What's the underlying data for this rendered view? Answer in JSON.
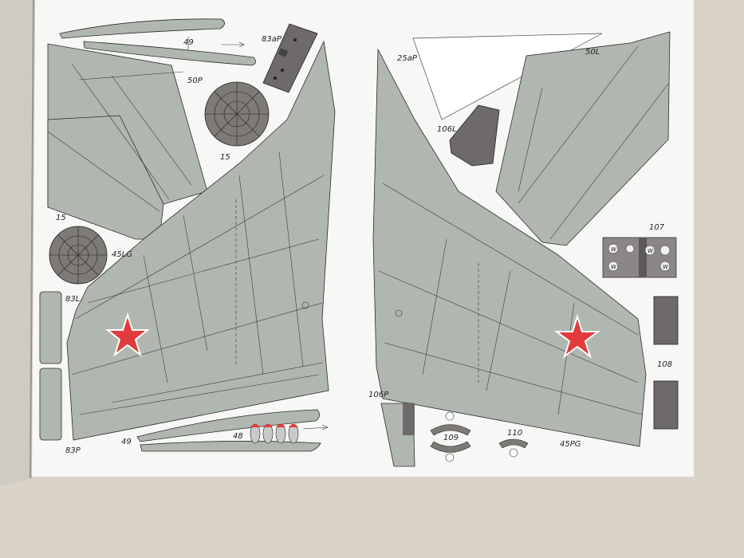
{
  "labels": {
    "p49_top": "49",
    "p83aP": "83aP",
    "p50P": "50P",
    "p15_top": "15",
    "p15_left": "15",
    "p45LG": "45LG",
    "p83L": "83L",
    "p83P": "83P",
    "p49_bottom": "49",
    "p48": "48",
    "p25aP": "25aP",
    "p50L": "50L",
    "p106L": "106L",
    "p107": "107",
    "p108": "108",
    "p106P": "106P",
    "p109": "109",
    "p110": "110",
    "p45PG": "45PG",
    "w_mark": "W"
  },
  "colors": {
    "wing_gray": "#b0b7b1",
    "dark_part": "#6d6a69",
    "star_red": "#e23b3b",
    "paper": "#f7f7f5",
    "background": "#d9d3c8"
  },
  "icons": [
    "red-star-insignia",
    "red-star-insignia"
  ]
}
